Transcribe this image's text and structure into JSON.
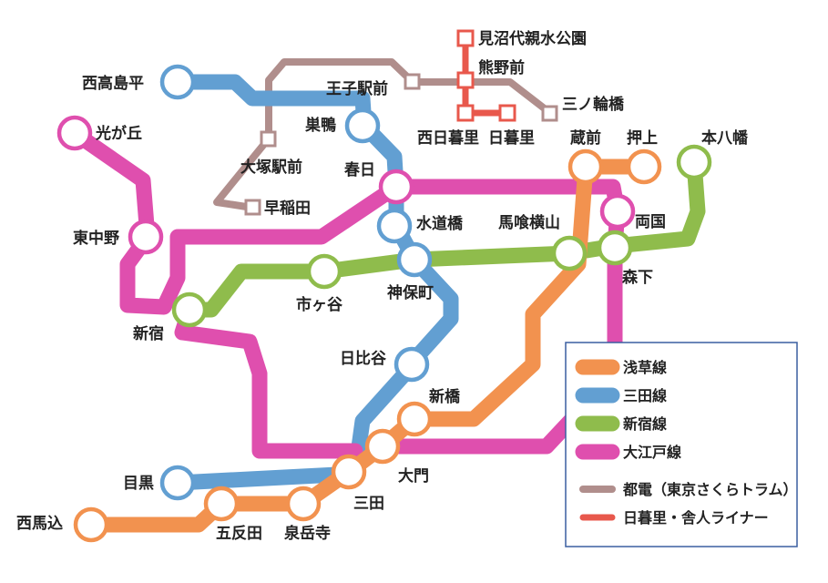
{
  "colors": {
    "asakusa": "#f2924f",
    "mita": "#629fd2",
    "shinjuku": "#8fbc4c",
    "oedo": "#df4fae",
    "toden": "#b08e8c",
    "nippori_toneri": "#e8584c",
    "legend_border": "#3a5fa0"
  },
  "stations": {
    "nishitakashimadaira": "西高島平",
    "hikarigaoka": "光が丘",
    "higashinakano": "東中野",
    "shinjuku": "新宿",
    "ichigaya": "市ヶ谷",
    "jimbocho": "神保町",
    "suidobashi": "水道橋",
    "kasuga": "春日",
    "sugamo": "巣鴨",
    "ojiekimae": "王子駅前",
    "otsukaekimae": "大塚駅前",
    "waseda": "早稲田",
    "minumadai": "見沼代親水公園",
    "kumanomae": "熊野前",
    "minowabashi": "三ノ輪橋",
    "nishinippori": "西日暮里",
    "nippori": "日暮里",
    "kuramae": "蔵前",
    "oshiage": "押上",
    "motoyawata": "本八幡",
    "ryogoku": "両国",
    "morishita": "森下",
    "bakuroyokoyama": "馬喰横山",
    "hibiya": "日比谷",
    "shimbashi": "新橋",
    "daimon": "大門",
    "mita": "三田",
    "meguro": "目黒",
    "gotanda": "五反田",
    "sengakuji": "泉岳寺",
    "nishimagome": "西馬込"
  },
  "legend": {
    "asakusa": "浅草線",
    "mita": "三田線",
    "shinjuku": "新宿線",
    "oedo": "大江戸線",
    "toden": "都電（東京さくらトラム）",
    "nippori_toneri": "日暮里・舎人ライナー"
  }
}
